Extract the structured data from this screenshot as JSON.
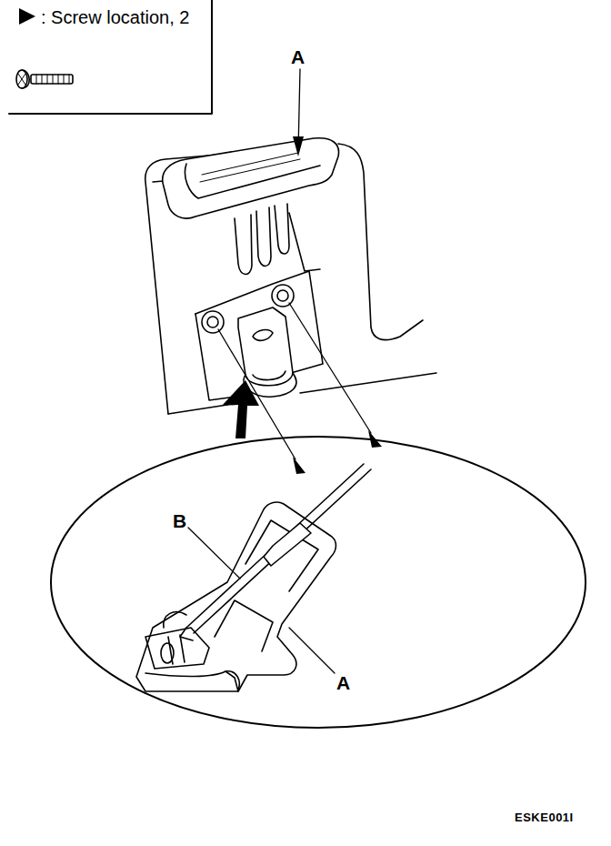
{
  "diagram": {
    "labels": [
      "A",
      "B",
      "A",
      "ESKE001I"
    ],
    "legend": [
      {
        "text": ": Screw location, 2"
      }
    ]
  }
}
